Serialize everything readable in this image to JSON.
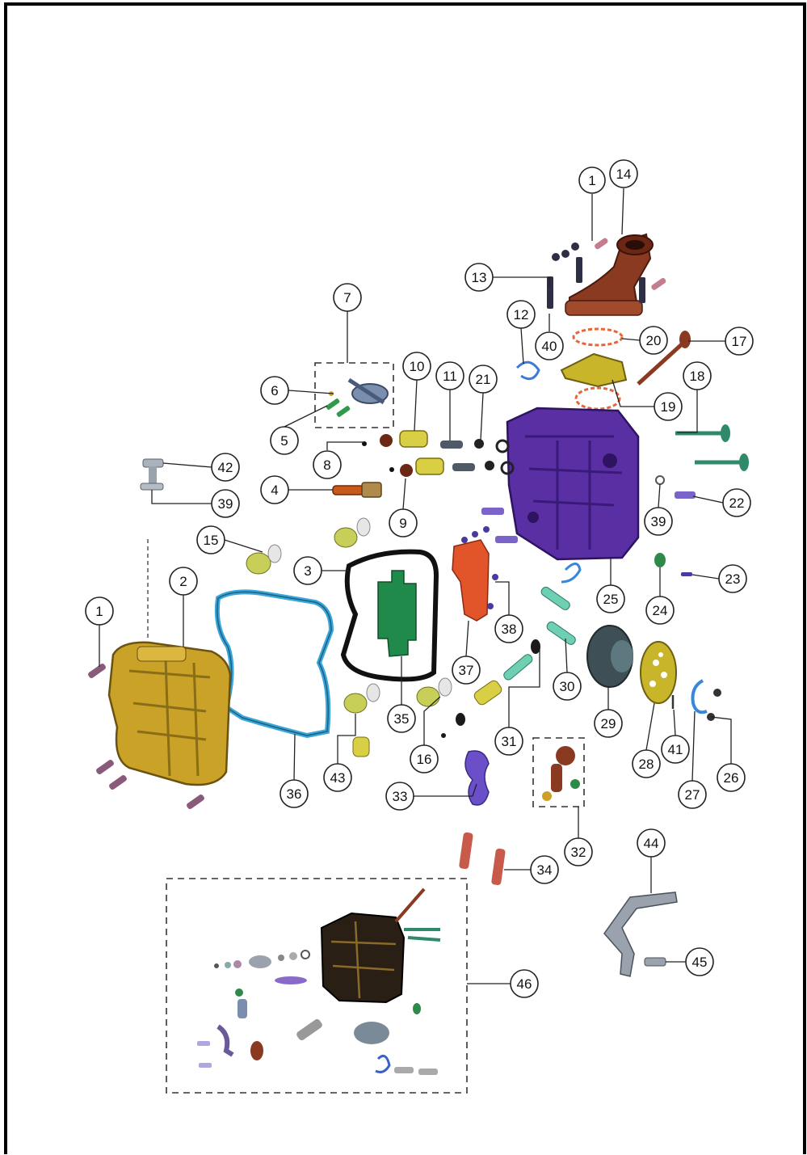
{
  "diagram": {
    "type": "exploded-parts-view",
    "callouts": [
      {
        "id": "c1a",
        "label": "1"
      },
      {
        "id": "c14",
        "label": "14"
      },
      {
        "id": "c13",
        "label": "13"
      },
      {
        "id": "c12",
        "label": "12"
      },
      {
        "id": "c40",
        "label": "40"
      },
      {
        "id": "c20",
        "label": "20"
      },
      {
        "id": "c17",
        "label": "17"
      },
      {
        "id": "c7",
        "label": "7"
      },
      {
        "id": "c10",
        "label": "10"
      },
      {
        "id": "c11",
        "label": "11"
      },
      {
        "id": "c21",
        "label": "21"
      },
      {
        "id": "c18",
        "label": "18"
      },
      {
        "id": "c19",
        "label": "19"
      },
      {
        "id": "c6",
        "label": "6"
      },
      {
        "id": "c5",
        "label": "5"
      },
      {
        "id": "c8",
        "label": "8"
      },
      {
        "id": "c42",
        "label": "42"
      },
      {
        "id": "c4",
        "label": "4"
      },
      {
        "id": "c9",
        "label": "9"
      },
      {
        "id": "c39a",
        "label": "39"
      },
      {
        "id": "c22",
        "label": "22"
      },
      {
        "id": "c39b",
        "label": "39"
      },
      {
        "id": "c15",
        "label": "15"
      },
      {
        "id": "c3",
        "label": "3"
      },
      {
        "id": "c2",
        "label": "2"
      },
      {
        "id": "c1b",
        "label": "1"
      },
      {
        "id": "c23",
        "label": "23"
      },
      {
        "id": "c25",
        "label": "25"
      },
      {
        "id": "c24",
        "label": "24"
      },
      {
        "id": "c38",
        "label": "38"
      },
      {
        "id": "c37",
        "label": "37"
      },
      {
        "id": "c30",
        "label": "30"
      },
      {
        "id": "c35",
        "label": "35"
      },
      {
        "id": "c29",
        "label": "29"
      },
      {
        "id": "c31",
        "label": "31"
      },
      {
        "id": "c16",
        "label": "16"
      },
      {
        "id": "c43",
        "label": "43"
      },
      {
        "id": "c36",
        "label": "36"
      },
      {
        "id": "c28",
        "label": "28"
      },
      {
        "id": "c41",
        "label": "41"
      },
      {
        "id": "c26",
        "label": "26"
      },
      {
        "id": "c27",
        "label": "27"
      },
      {
        "id": "c33",
        "label": "33"
      },
      {
        "id": "c32",
        "label": "32"
      },
      {
        "id": "c44",
        "label": "44"
      },
      {
        "id": "c34",
        "label": "34"
      },
      {
        "id": "c45",
        "label": "45"
      },
      {
        "id": "c46",
        "label": "46"
      }
    ],
    "colors": {
      "border": "#000000",
      "cover": "#c9a227",
      "gasket_blue": "#3aa6d8",
      "cylinder_head": "#5a2fa3",
      "manifold": "#8b3a22",
      "plate": "#e2542a",
      "green_part": "#2f8a4a",
      "teal_part": "#6fcfb3"
    }
  }
}
